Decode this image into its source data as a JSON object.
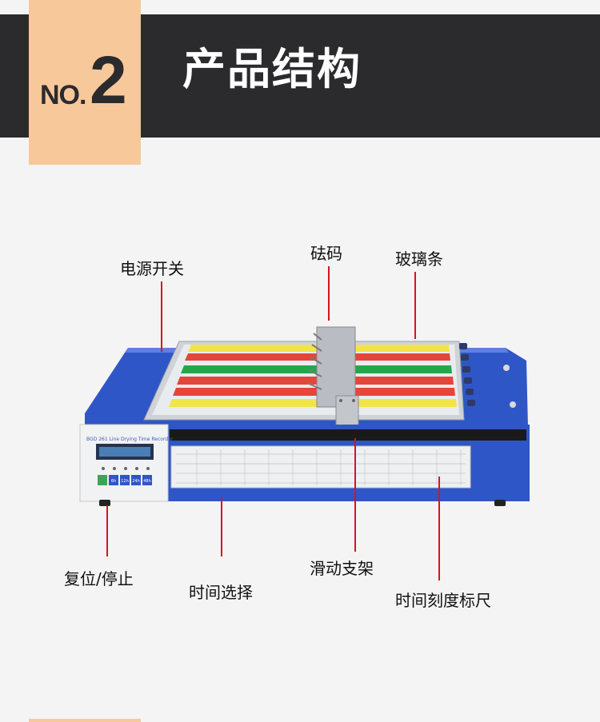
{
  "header": {
    "badge_prefix": "NO.",
    "badge_number": "2",
    "title": "产品结构"
  },
  "labels": {
    "power_switch": "电源开关",
    "weight": "砝码",
    "glass_strip": "玻璃条",
    "reset_stop": "复位/停止",
    "time_select": "时间选择",
    "slide_bracket": "滑动支架",
    "time_scale_ruler": "时间刻度标尺"
  },
  "device": {
    "model_text": "BGD 261  Line Drying Time Recorder",
    "button_labels": [
      "6h",
      "12h",
      "24h",
      "48h"
    ]
  },
  "colors": {
    "header_bg": "#2b2b2d",
    "badge_bg": "#f7c89a",
    "pointer": "#d8141c",
    "machine_blue": "#2f56c6"
  }
}
